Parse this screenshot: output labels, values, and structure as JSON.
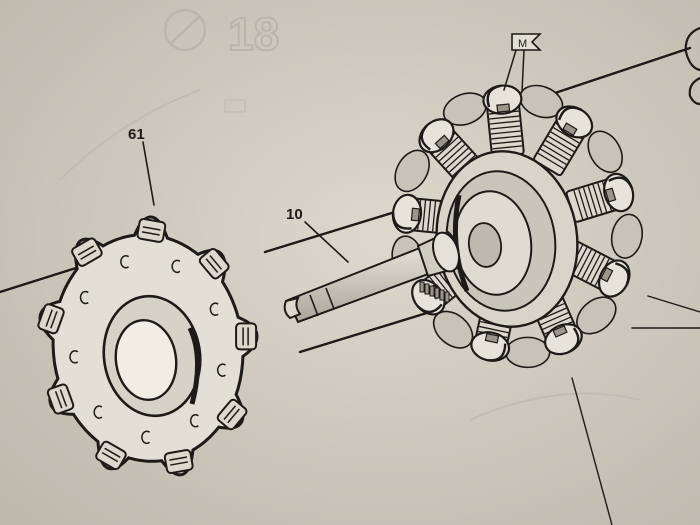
{
  "labels": {
    "front_ring": "61",
    "shaft": "10",
    "flag": "M"
  },
  "bleed_through": {
    "page_number": "18"
  },
  "colors": {
    "paper": "#cfcbbf",
    "paper_light": "#dcd8cd",
    "ink": "#1c1b18",
    "ghost": "#b9b5aa",
    "metal_shade": "#9a968c"
  }
}
